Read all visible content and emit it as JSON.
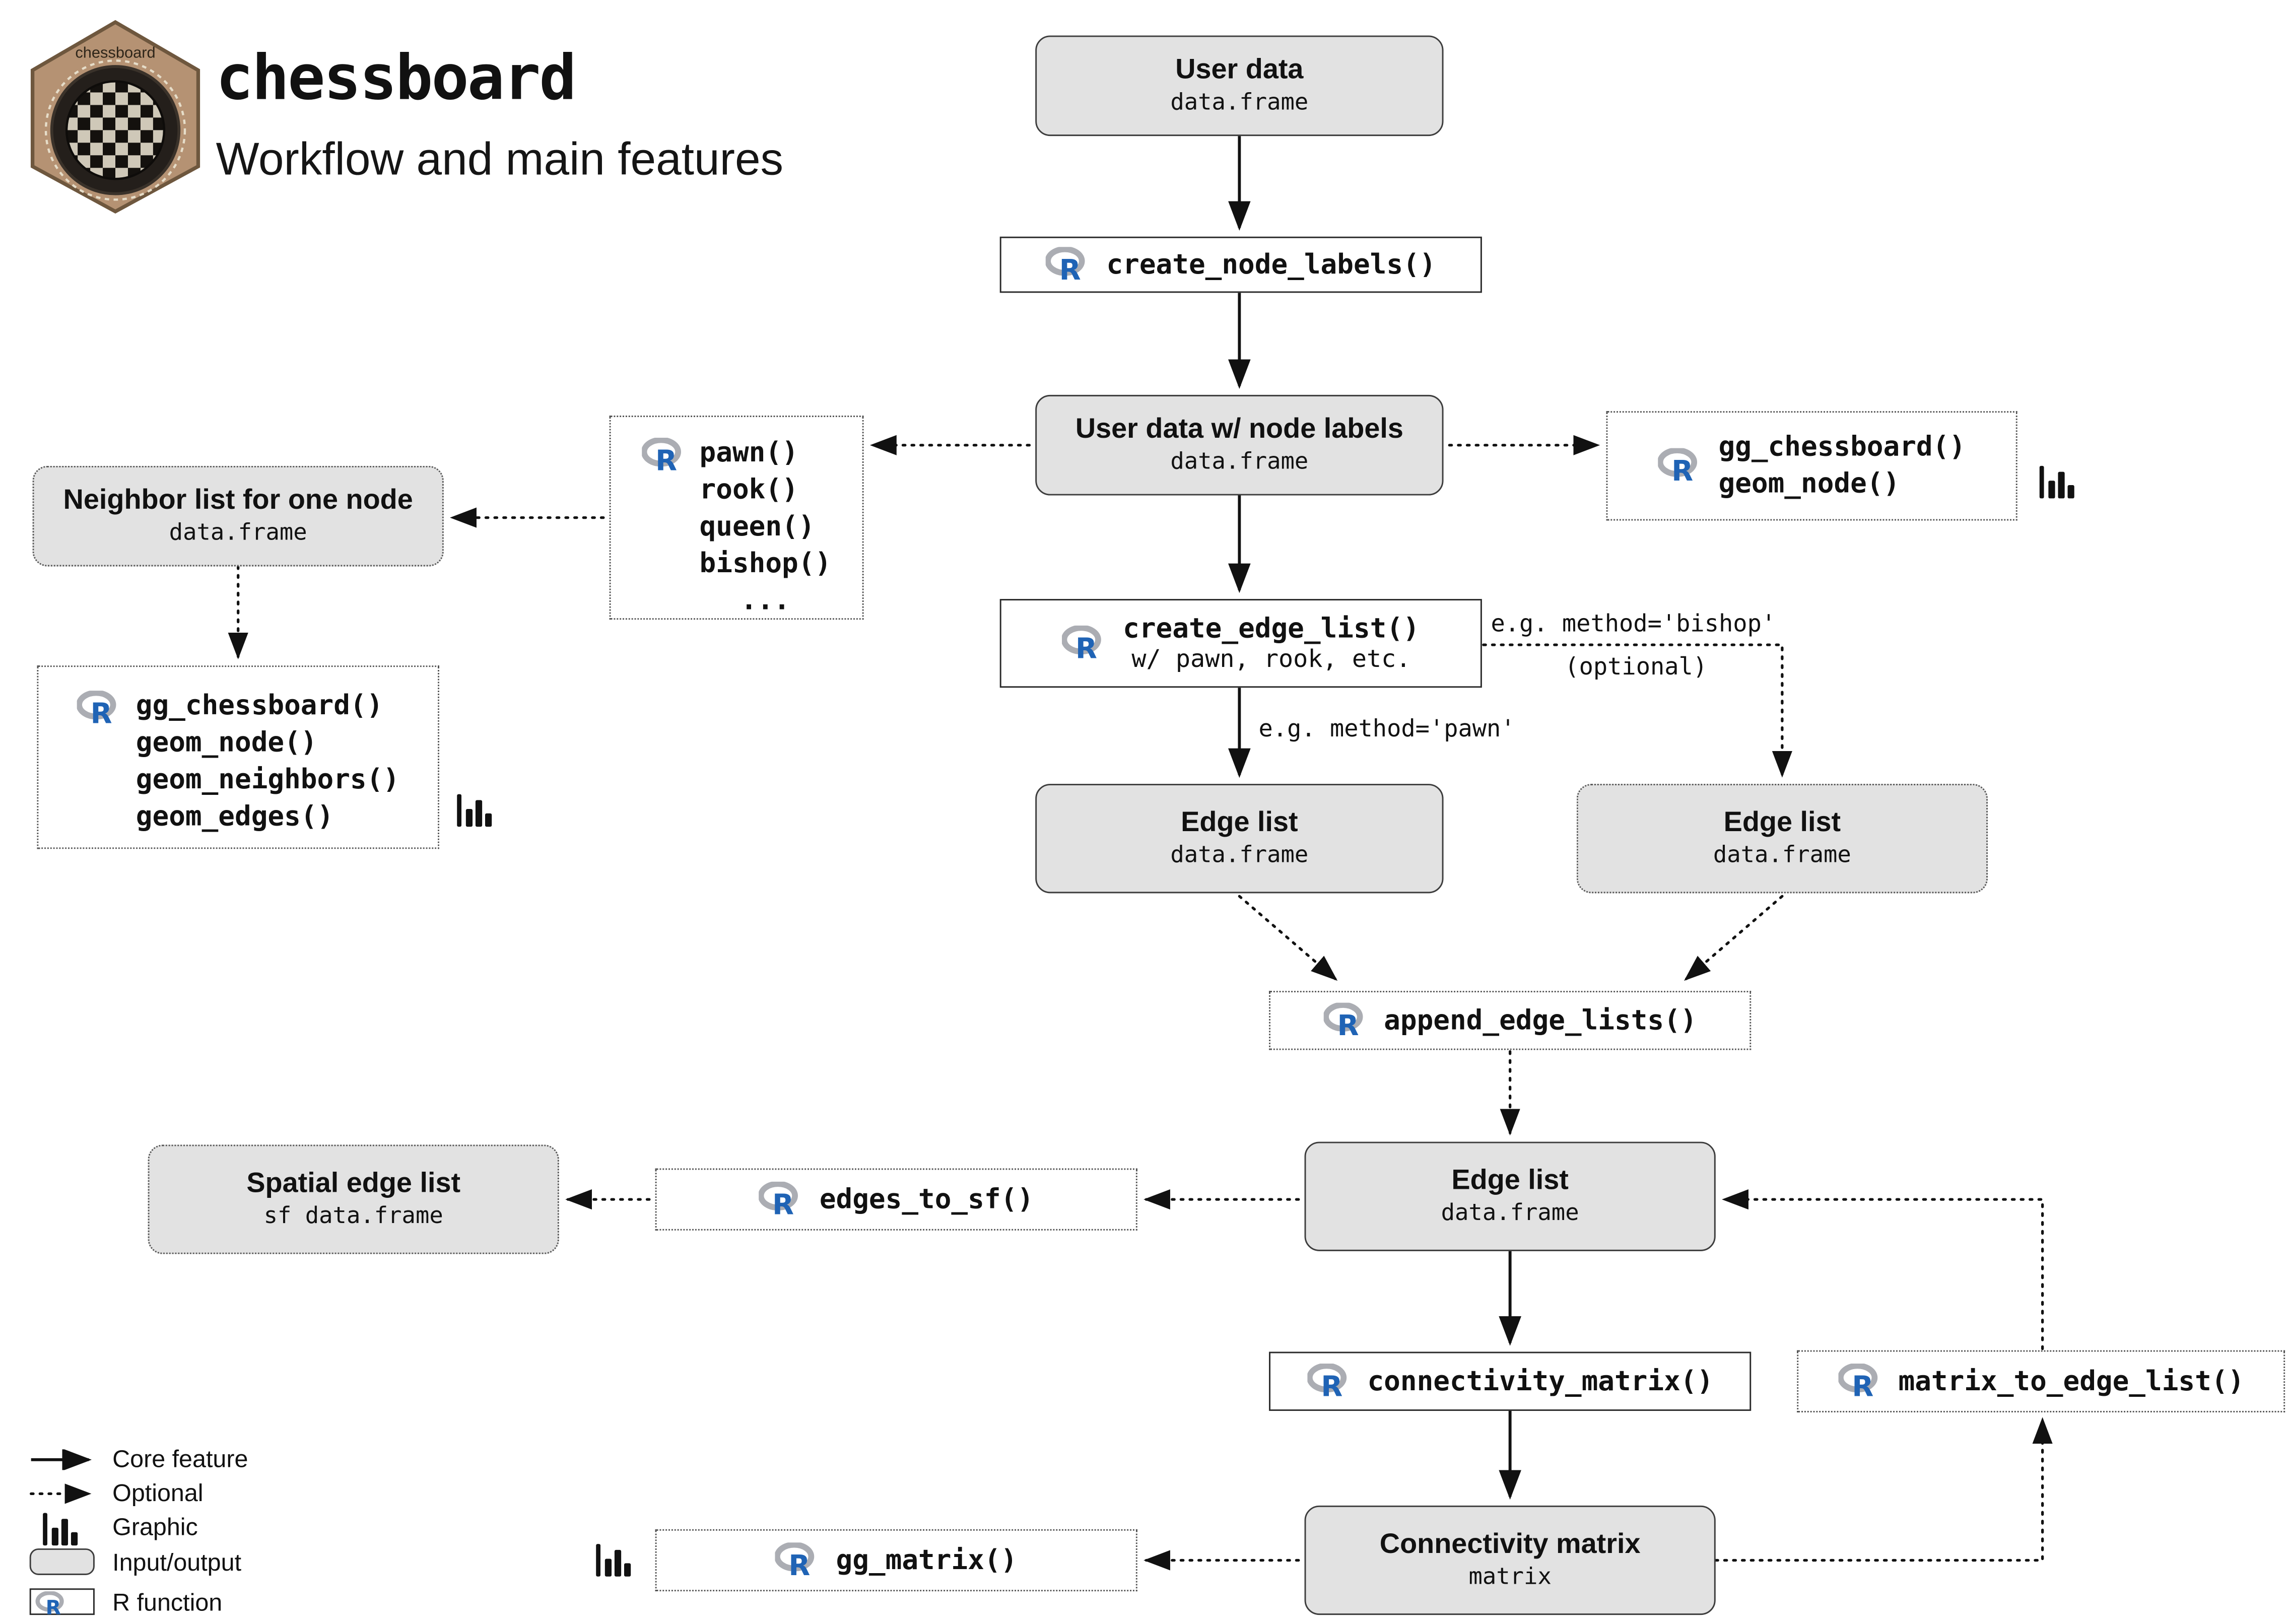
{
  "header": {
    "logo_label": "chessboard",
    "title": "chessboard",
    "subtitle": "Workflow and main features"
  },
  "boxes": {
    "user_data": {
      "title": "User data",
      "subtitle": "data.frame"
    },
    "create_node_labels": {
      "label": "create_node_labels()"
    },
    "user_data_labels": {
      "title": "User data w/ node labels",
      "subtitle": "data.frame"
    },
    "pawn_methods": {
      "lines": [
        "pawn()",
        "rook()",
        "queen()",
        "bishop()",
        "..."
      ]
    },
    "gg_chessboard_node": {
      "lines": [
        "gg_chessboard()",
        "geom_node()"
      ]
    },
    "neighbor_list": {
      "title": "Neighbor list for one node",
      "subtitle": "data.frame"
    },
    "gg_chessboard_full": {
      "lines": [
        "gg_chessboard()",
        "geom_node()",
        "geom_neighbors()",
        "geom_edges()"
      ]
    },
    "create_edge_list": {
      "label": "create_edge_list()",
      "sublabel": "w/ pawn, rook, etc."
    },
    "edge_list_pawn": {
      "title": "Edge list",
      "subtitle": "data.frame"
    },
    "edge_list_bishop": {
      "title": "Edge list",
      "subtitle": "data.frame"
    },
    "append_edge_lists": {
      "label": "append_edge_lists()"
    },
    "edge_list_main": {
      "title": "Edge list",
      "subtitle": "data.frame"
    },
    "edges_to_sf": {
      "label": "edges_to_sf()"
    },
    "spatial_edge_list": {
      "title": "Spatial edge list",
      "subtitle": "sf data.frame"
    },
    "connectivity_matrix_fn": {
      "label": "connectivity_matrix()"
    },
    "connectivity_matrix": {
      "title": "Connectivity matrix",
      "subtitle": "matrix"
    },
    "gg_matrix": {
      "label": "gg_matrix()"
    },
    "matrix_to_edge_list": {
      "label": "matrix_to_edge_list()"
    }
  },
  "annotations": {
    "method_bishop": "e.g. method='bishop'",
    "optional": "(optional)",
    "method_pawn": "e.g. method='pawn'"
  },
  "legend": {
    "core": "Core feature",
    "optional": "Optional",
    "graphic": "Graphic",
    "io": "Input/output",
    "rfunction": "R function"
  },
  "colors": {
    "io_fill": "#e2e2e2",
    "r_blue": "#1f63b5",
    "r_gray": "#abadb3",
    "hex_brown": "#b59273",
    "line": "#111111"
  }
}
